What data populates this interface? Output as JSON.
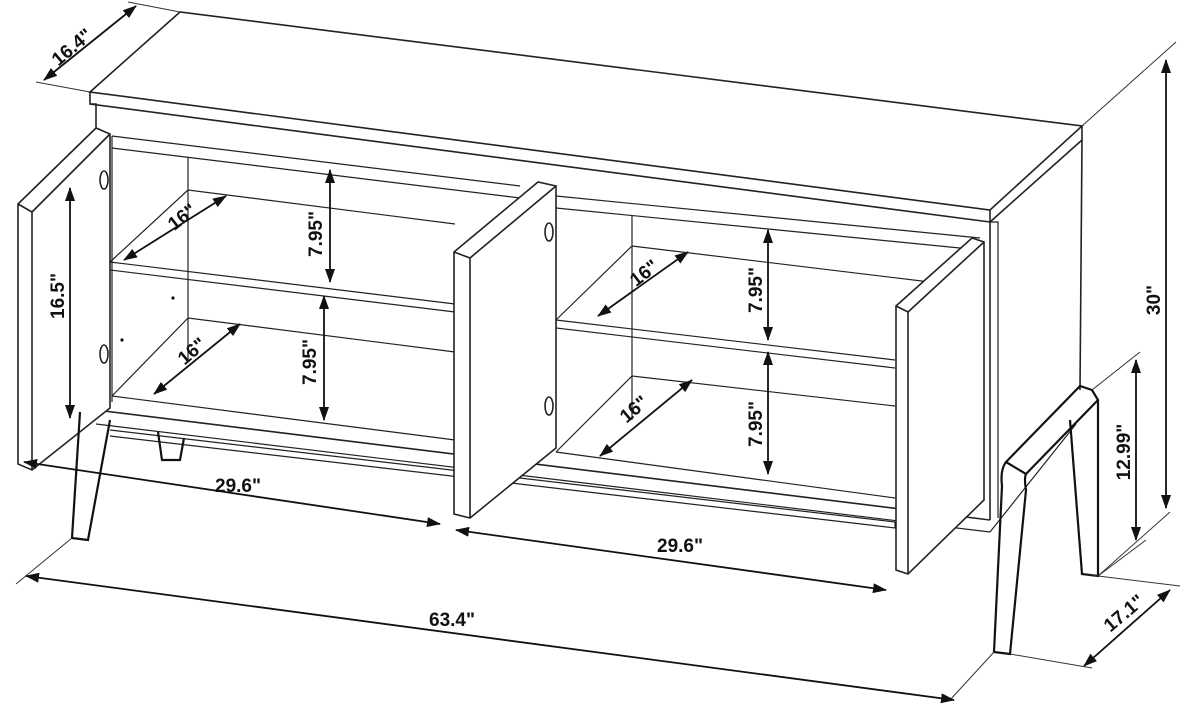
{
  "dimensions": {
    "top_depth": "16.4\"",
    "total_height": "30\"",
    "door_height": "16.5\"",
    "leg_height": "12.99\"",
    "overall_width": "63.4\"",
    "overall_depth": "17.1\"",
    "left_compartment_width": "29.6\"",
    "right_compartment_width": "29.6\"",
    "left_upper_shelf_depth": "16\"",
    "left_lower_shelf_depth": "16\"",
    "right_upper_shelf_depth": "16\"",
    "right_lower_shelf_depth": "16\"",
    "left_upper_clearance": "7.95\"",
    "left_lower_clearance": "7.95\"",
    "right_upper_clearance": "7.95\"",
    "right_lower_clearance": "7.95\""
  },
  "colors": {
    "line": "#222222",
    "background": "#ffffff"
  }
}
